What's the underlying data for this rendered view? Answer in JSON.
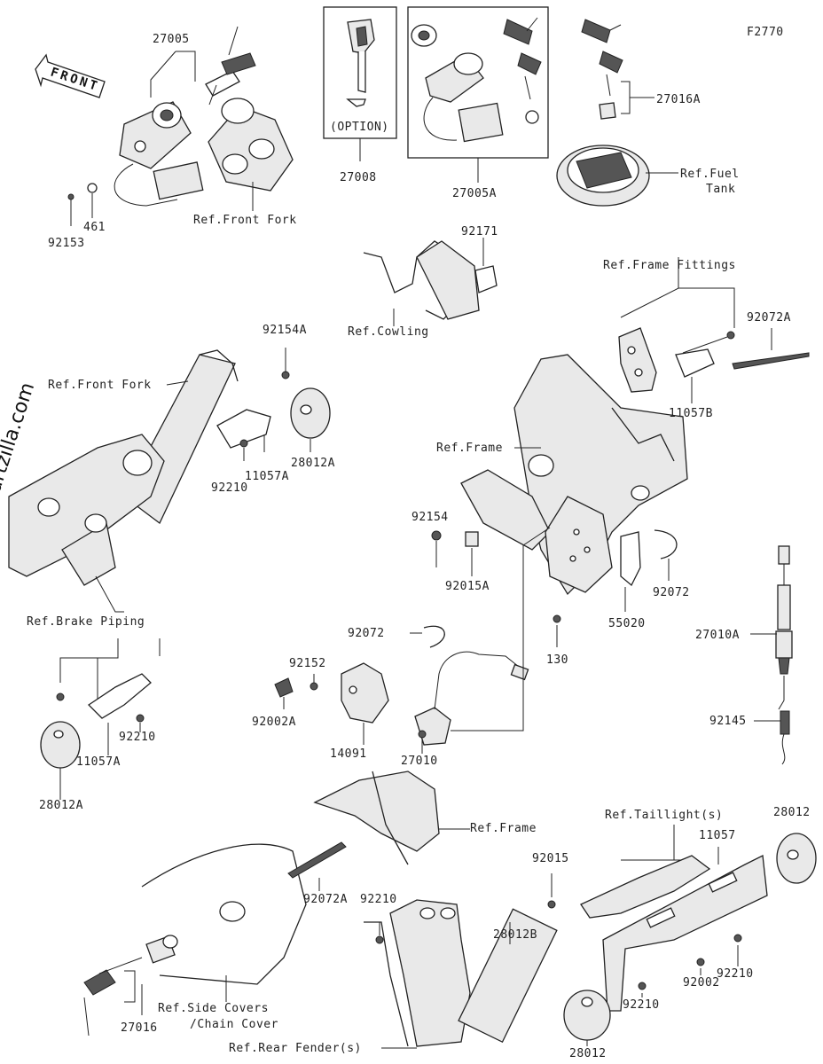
{
  "diagram_id": "F2770",
  "watermark": "© Partzilla.com",
  "front_arrow": "FRONT",
  "labels": {
    "p27005": "27005",
    "p461": "461",
    "p92153": "92153",
    "ref_front_fork_top": "Ref.Front Fork",
    "p27008": "27008",
    "option": "(OPTION)",
    "p27005A": "27005A",
    "p27016A": "27016A",
    "ref_fuel_line1": "Ref.Fuel",
    "ref_fuel_line2": "Tank",
    "p92171": "92171",
    "ref_cowling": "Ref.Cowling",
    "ref_frame_fittings": "Ref.Frame Fittings",
    "p92072A_top": "92072A",
    "p11057B": "11057B",
    "p92154A": "92154A",
    "ref_front_fork_mid": "Ref.Front Fork",
    "p11057A_mid": "11057A",
    "p28012A_mid": "28012A",
    "p92210_mid": "92210",
    "ref_frame_mid": "Ref.Frame",
    "p92154": "92154",
    "p92015A": "92015A",
    "p130": "130",
    "p55020": "55020",
    "p92072_right": "92072",
    "p27010A": "27010A",
    "p92145": "92145",
    "ref_brake_piping": "Ref.Brake Piping",
    "p92210_left": "92210",
    "p11057A_left": "11057A",
    "p28012A_left": "28012A",
    "p92152": "92152",
    "p92072_center": "92072",
    "p92002A": "92002A",
    "p14091": "14091",
    "p27010": "27010",
    "ref_frame_bottom": "Ref.Frame",
    "p92072A_bottom": "92072A",
    "p92210_center": "92210",
    "p28012B": "28012B",
    "ref_side_covers_line1": "Ref.Side Covers",
    "ref_side_covers_line2": "/Chain Cover",
    "p27016": "27016",
    "ref_rear_fender": "Ref.Rear Fender(s)",
    "ref_taillight": "Ref.Taillight(s)",
    "p11057": "11057",
    "p28012_right": "28012",
    "p92015": "92015",
    "p92210_right": "92210",
    "p92002": "92002",
    "p92210_bottom": "92210",
    "p28012_bottom": "28012"
  }
}
